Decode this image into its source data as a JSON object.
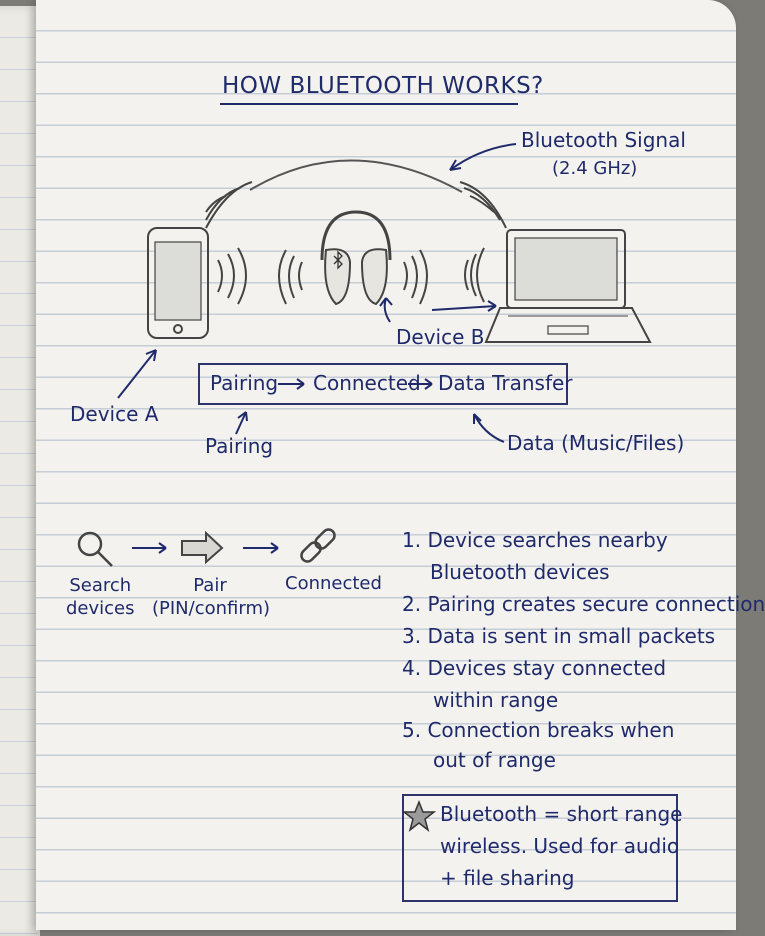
{
  "title": "HOW BLUETOOTH WORKS?",
  "labels": {
    "signal_line1": "Bluetooth Signal",
    "signal_line2": "(2.4 GHz)",
    "device_a": "Device A",
    "device_b": "Device B",
    "pairing": "Pairing",
    "data": "Data (Music/Files)"
  },
  "flow": {
    "step1": "Pairing",
    "step2": "Connected",
    "step3": "Data Transfer"
  },
  "process": {
    "search_line1": "Search",
    "search_line2": "devices",
    "pair_line1": "Pair",
    "pair_line2": "(PIN/confirm)",
    "connected": "Connected"
  },
  "steps": [
    {
      "line1": "1. Device searches nearby",
      "line2": "Bluetooth devices"
    },
    {
      "line1": "2. Pairing creates secure connection"
    },
    {
      "line1": "3. Data is sent in small packets"
    },
    {
      "line1": "4. Devices stay connected",
      "line2": "within range"
    },
    {
      "line1": "5. Connection breaks when",
      "line2": "out of range"
    }
  ],
  "note": {
    "line1": "Bluetooth = short range",
    "line2": "wireless. Used for audio",
    "line3": "+ file sharing"
  },
  "icons": [
    "phone-icon",
    "headphones-icon",
    "laptop-icon",
    "bluetooth-icon",
    "signal-waves-icon",
    "search-icon",
    "pair-arrow-icon",
    "link-icon",
    "star-icon"
  ],
  "colors": {
    "ink": "#1f2a6b",
    "paper": "#f3f2ee",
    "rule": "#c7cdd6",
    "pencil": "#555555"
  }
}
